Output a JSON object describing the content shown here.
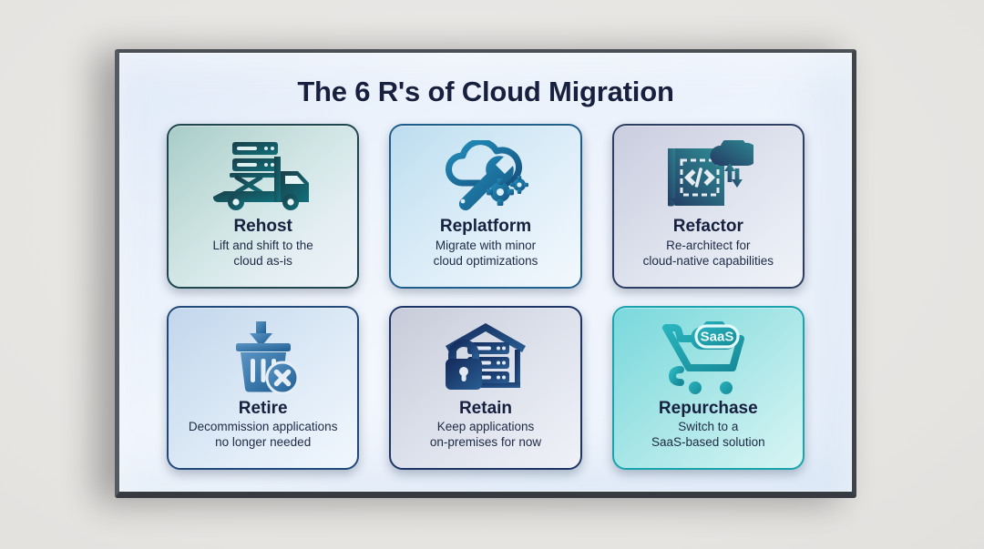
{
  "poster": {
    "title": "The 6 R's of Cloud Migration",
    "background_color": "#e8e6e3",
    "frame_border_color": "#3f444b",
    "poster_background": "#eaf1fb",
    "title_color": "#17213f"
  },
  "cards": [
    {
      "id": "rehost",
      "icon": "truck-servers-icon",
      "title": "Rehost",
      "desc": "Lift and shift to the\ncloud as-is",
      "accent": "#1c5158"
    },
    {
      "id": "replatform",
      "icon": "cloud-wrench-gears-icon",
      "title": "Replatform",
      "desc": "Migrate with minor\ncloud optimizations",
      "accent": "#1d6f9e"
    },
    {
      "id": "refactor",
      "icon": "blueprint-code-cloud-icon",
      "title": "Refactor",
      "desc": "Re-architect for\ncloud-native capabilities",
      "accent": "#2b4a6b"
    },
    {
      "id": "retire",
      "icon": "trash-can-x-icon",
      "title": "Retire",
      "desc": "Decommission applications\nno longer needed",
      "accent": "#3d78ab"
    },
    {
      "id": "retain",
      "icon": "building-server-lock-icon",
      "title": "Retain",
      "desc": "Keep applications\non-premises for now",
      "accent": "#16305e"
    },
    {
      "id": "repurchase",
      "icon": "saas-shopping-cart-icon",
      "title": "Repurchase",
      "desc": "Switch to a\nSaaS-based solution",
      "accent": "#1b9aa6",
      "icon_label": "SaaS"
    }
  ]
}
